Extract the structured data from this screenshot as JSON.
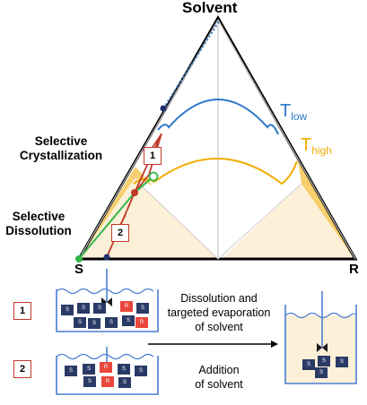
{
  "vertices": {
    "top": "Solvent",
    "left": "S",
    "right": "R"
  },
  "temps": {
    "low_main": "T",
    "low_sub": "low",
    "high_main": "T",
    "high_sub": "high"
  },
  "regions": {
    "crystallization": [
      "Selective",
      "Crystallization"
    ],
    "dissolution": [
      "Selective",
      "Dissolution"
    ]
  },
  "steps": [
    {
      "num": "1",
      "caption": [
        "Dissolution and",
        "targeted evaporation",
        "of solvent"
      ]
    },
    {
      "num": "2",
      "caption": [
        "Addition",
        "of solvent"
      ]
    }
  ],
  "crystal_letters": {
    "s": "S",
    "r": "R"
  },
  "colors": {
    "low": "#2e78c8",
    "high": "#f0ac00",
    "region_fill": "#fdf0d8",
    "wedge_fill": "#f7cf6c",
    "path_red": "#c0392b",
    "dot_navy": "#1f2f6b",
    "green": "#35b649",
    "crystal_s": "#2a3a66",
    "crystal_r": "#e8473c",
    "solution_fill": "#fdf0d8"
  }
}
